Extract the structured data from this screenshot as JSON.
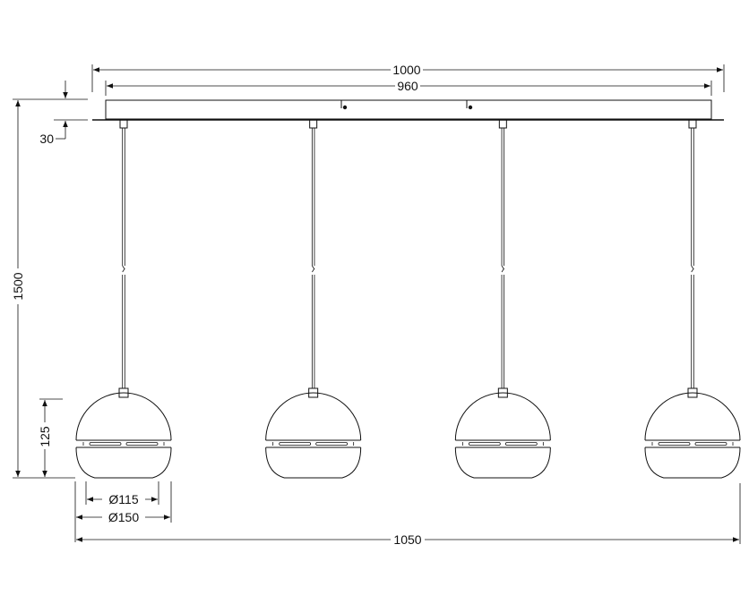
{
  "dimensions": {
    "total_length": "1000",
    "canopy_length": "960",
    "canopy_height": "30",
    "overall_height": "1500",
    "shade_height": "125",
    "inner_diameter": "Ø115",
    "outer_diameter": "Ø150",
    "overall_span": "1050"
  },
  "pendant_count": 4,
  "colors": {
    "line": "#111111",
    "background": "#ffffff"
  }
}
